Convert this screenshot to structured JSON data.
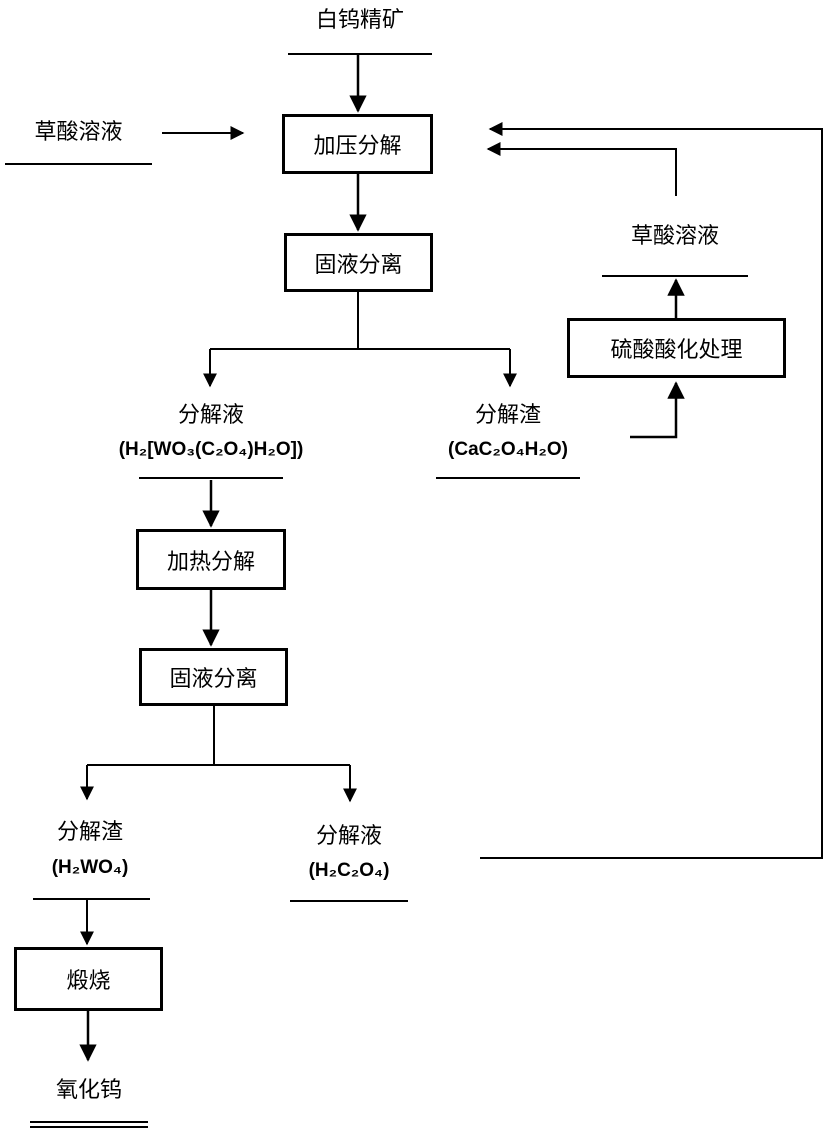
{
  "nodes": {
    "scheelite": "白钨精矿",
    "oxalic_in": "草酸溶液",
    "pressure_decomp": "加压分解",
    "sep1": "固液分离",
    "liquor1": "分解液",
    "liquor1_formula": "(H₂[WO₃(C₂O₄)H₂O])",
    "residue1": "分解渣",
    "residue1_formula": "(CaC₂O₄H₂O)",
    "acid_treat": "硫酸酸化处理",
    "oxalic_regen": "草酸溶液",
    "thermal_decomp": "加热分解",
    "sep2": "固液分离",
    "residue2": "分解渣",
    "residue2_formula": "(H₂WO₄)",
    "liquor2": "分解液",
    "liquor2_formula": "(H₂C₂O₄)",
    "calcine": "煅烧",
    "product": "氧化钨"
  }
}
